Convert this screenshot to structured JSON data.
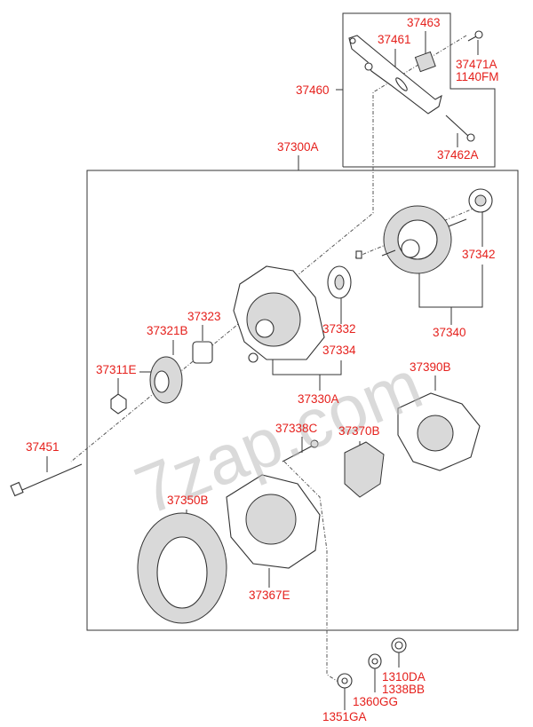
{
  "watermark": "7zap.com",
  "labels": {
    "p37463": "37463",
    "p37461": "37461",
    "p37471A": "37471A",
    "p1140FM": "1140FM",
    "p37460": "37460",
    "p37462A": "37462A",
    "p37300A": "37300A",
    "p37342": "37342",
    "p37340": "37340",
    "p37323": "37323",
    "p37321B": "37321B",
    "p37332": "37332",
    "p37334": "37334",
    "p37311E": "37311E",
    "p37390B": "37390B",
    "p37330A": "37330A",
    "p37338C": "37338C",
    "p37370B": "37370B",
    "p37451": "37451",
    "p37350B": "37350B",
    "p37367E": "37367E",
    "p1310DA": "1310DA",
    "p1338BB": "1338BB",
    "p1360GG": "1360GG",
    "p1351GA": "1351GA"
  },
  "colors": {
    "label": "#e5201c",
    "line": "#333333"
  }
}
